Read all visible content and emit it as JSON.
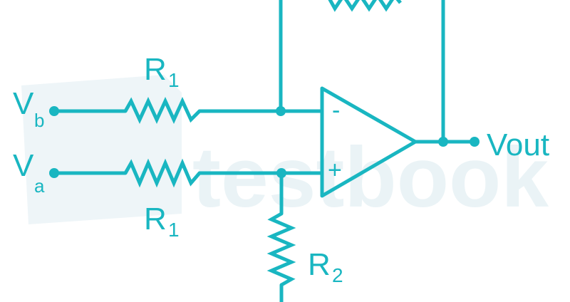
{
  "diagram": {
    "watermark": "testbook",
    "labels": {
      "vb_main": "V",
      "vb_sub": "b",
      "va_main": "V",
      "va_sub": "a",
      "r1_top_main": "R",
      "r1_top_sub": "1",
      "r1_bottom_main": "R",
      "r1_bottom_sub": "1",
      "r2_main": "R",
      "r2_sub": "2",
      "vout": "Vout",
      "minus": "-",
      "plus": "+"
    },
    "colors": {
      "circuit": "#19b6c1",
      "watermark": "#eaf3f6"
    }
  }
}
